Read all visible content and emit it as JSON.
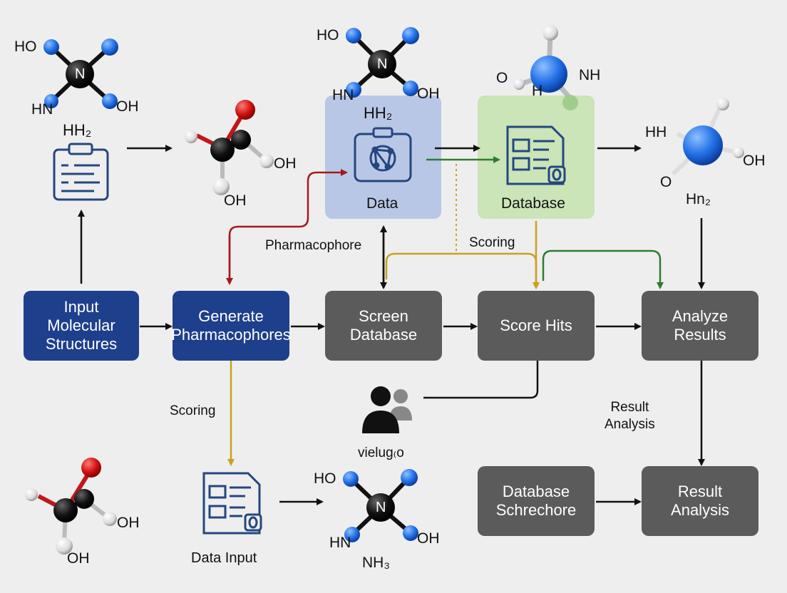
{
  "colors": {
    "background": "#eeeeef",
    "blue_box": "#1e3f8c",
    "gray_box": "#5b5b5b",
    "data_panel": "#b9c7e6",
    "database_panel": "#cbe4b8",
    "arrow_black": "#111111",
    "arrow_red": "#a31a1a",
    "arrow_green": "#2e7d2e",
    "arrow_gold": "#c9a21c",
    "atom_blue": "#2472e8",
    "atom_black": "#111111",
    "atom_red": "#d21414",
    "atom_white": "#eeeeee",
    "icon_navy": "#24477f"
  },
  "boxes": {
    "input": "Input\nMolecular\nStructures",
    "generate": "Generate\nPharmacophores",
    "screen": "Screen\nDatabase",
    "score": "Score Hits",
    "analyze": "Analyze\nResults",
    "db_schore": "Database\nSchrechore",
    "result_analysis": "Result\nAnalysis"
  },
  "panels": {
    "data": {
      "title": "HH₂",
      "label": "Data",
      "icon": "network-graph-icon"
    },
    "database": {
      "label": "Database",
      "icon": "database-form-icon"
    }
  },
  "labels": {
    "pharmacophore": "Pharmacophore",
    "scoring_top": "Scoring",
    "scoring_left": "Scoring",
    "result_analysis_caption": "Result\nAnalysis",
    "user_caption": "vielug₍o",
    "data_input": "Data Input",
    "hh2_left": "HH₂"
  },
  "molecules": {
    "m1": {
      "tl": "HO",
      "bl": "HN",
      "br": "OH",
      "center": "N"
    },
    "m2": {
      "r": "OH",
      "b": "OH"
    },
    "m3": {
      "tl": "HO",
      "bl": "HN",
      "br": "OH",
      "center": "N"
    },
    "m4": {
      "l": "O",
      "r": "NH",
      "b": "H"
    },
    "m5": {
      "tl": "HH",
      "r": "OH",
      "bl": "O",
      "b": "Hn₂"
    },
    "m6": {
      "r": "OH",
      "b": "OH"
    },
    "m7": {
      "tl": "HO",
      "bl": "HN",
      "br": "OH",
      "center": "N",
      "b": "NH₃"
    }
  },
  "icons": [
    "clipboard-list-icon",
    "network-graph-icon",
    "database-form-icon",
    "users-icon",
    "data-input-form-icon"
  ]
}
